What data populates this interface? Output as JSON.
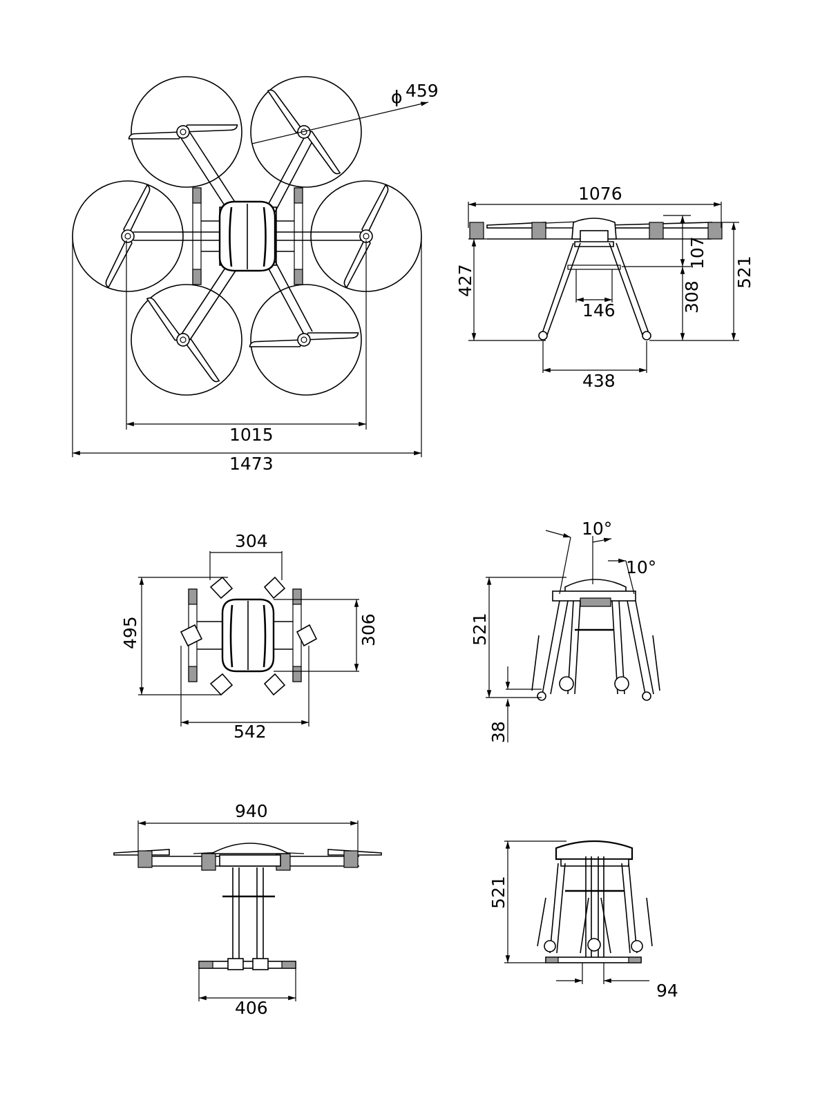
{
  "dimensions": {
    "top_view": {
      "prop_diameter": "459",
      "motor_span": "1015",
      "overall_width": "1473",
      "diameter_symbol": "ϕ"
    },
    "front_view_unfolded": {
      "arm_span": "1076",
      "height_total": "521",
      "height_left": "427",
      "arm_offset": "107",
      "leg_height": "308",
      "center_width": "146",
      "leg_spacing": "438"
    },
    "top_view_folded": {
      "arm_root_width": "304",
      "length": "495",
      "body_width": "306",
      "width": "542"
    },
    "side_view_folded": {
      "tilt_angle_1": "10°",
      "tilt_angle_2": "10°",
      "height": "521",
      "ground_clearance": "38"
    },
    "front_view_side_arms": {
      "arm_span": "940",
      "skid_width": "406"
    },
    "rear_view_folded": {
      "height": "521",
      "spacing": "94"
    }
  }
}
